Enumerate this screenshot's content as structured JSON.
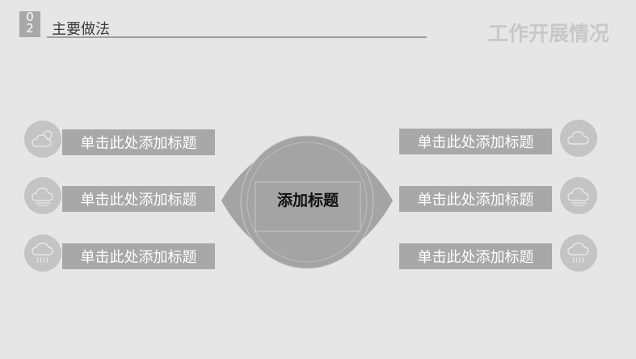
{
  "header": {
    "section_number": [
      "0",
      "2"
    ],
    "title": "主要做法",
    "right_title": "工作开展情况"
  },
  "center": {
    "label": "添加标题"
  },
  "left_items": [
    {
      "label": "单击此处添加标题",
      "icon": "sun-cloud-icon"
    },
    {
      "label": "单击此处添加标题",
      "icon": "cloud-icon"
    },
    {
      "label": "单击此处添加标题",
      "icon": "rain-cloud-icon"
    }
  ],
  "right_items": [
    {
      "label": "单击此处添加标题",
      "icon": "cloud-icon"
    },
    {
      "label": "单击此处添加标题",
      "icon": "cloud-icon"
    },
    {
      "label": "单击此处添加标题",
      "icon": "rain-cloud-icon"
    }
  ],
  "colors": {
    "background": "#e6e6e6",
    "accent_gray": "#a8a8a8",
    "circle_gray": "#c4c4c4"
  }
}
